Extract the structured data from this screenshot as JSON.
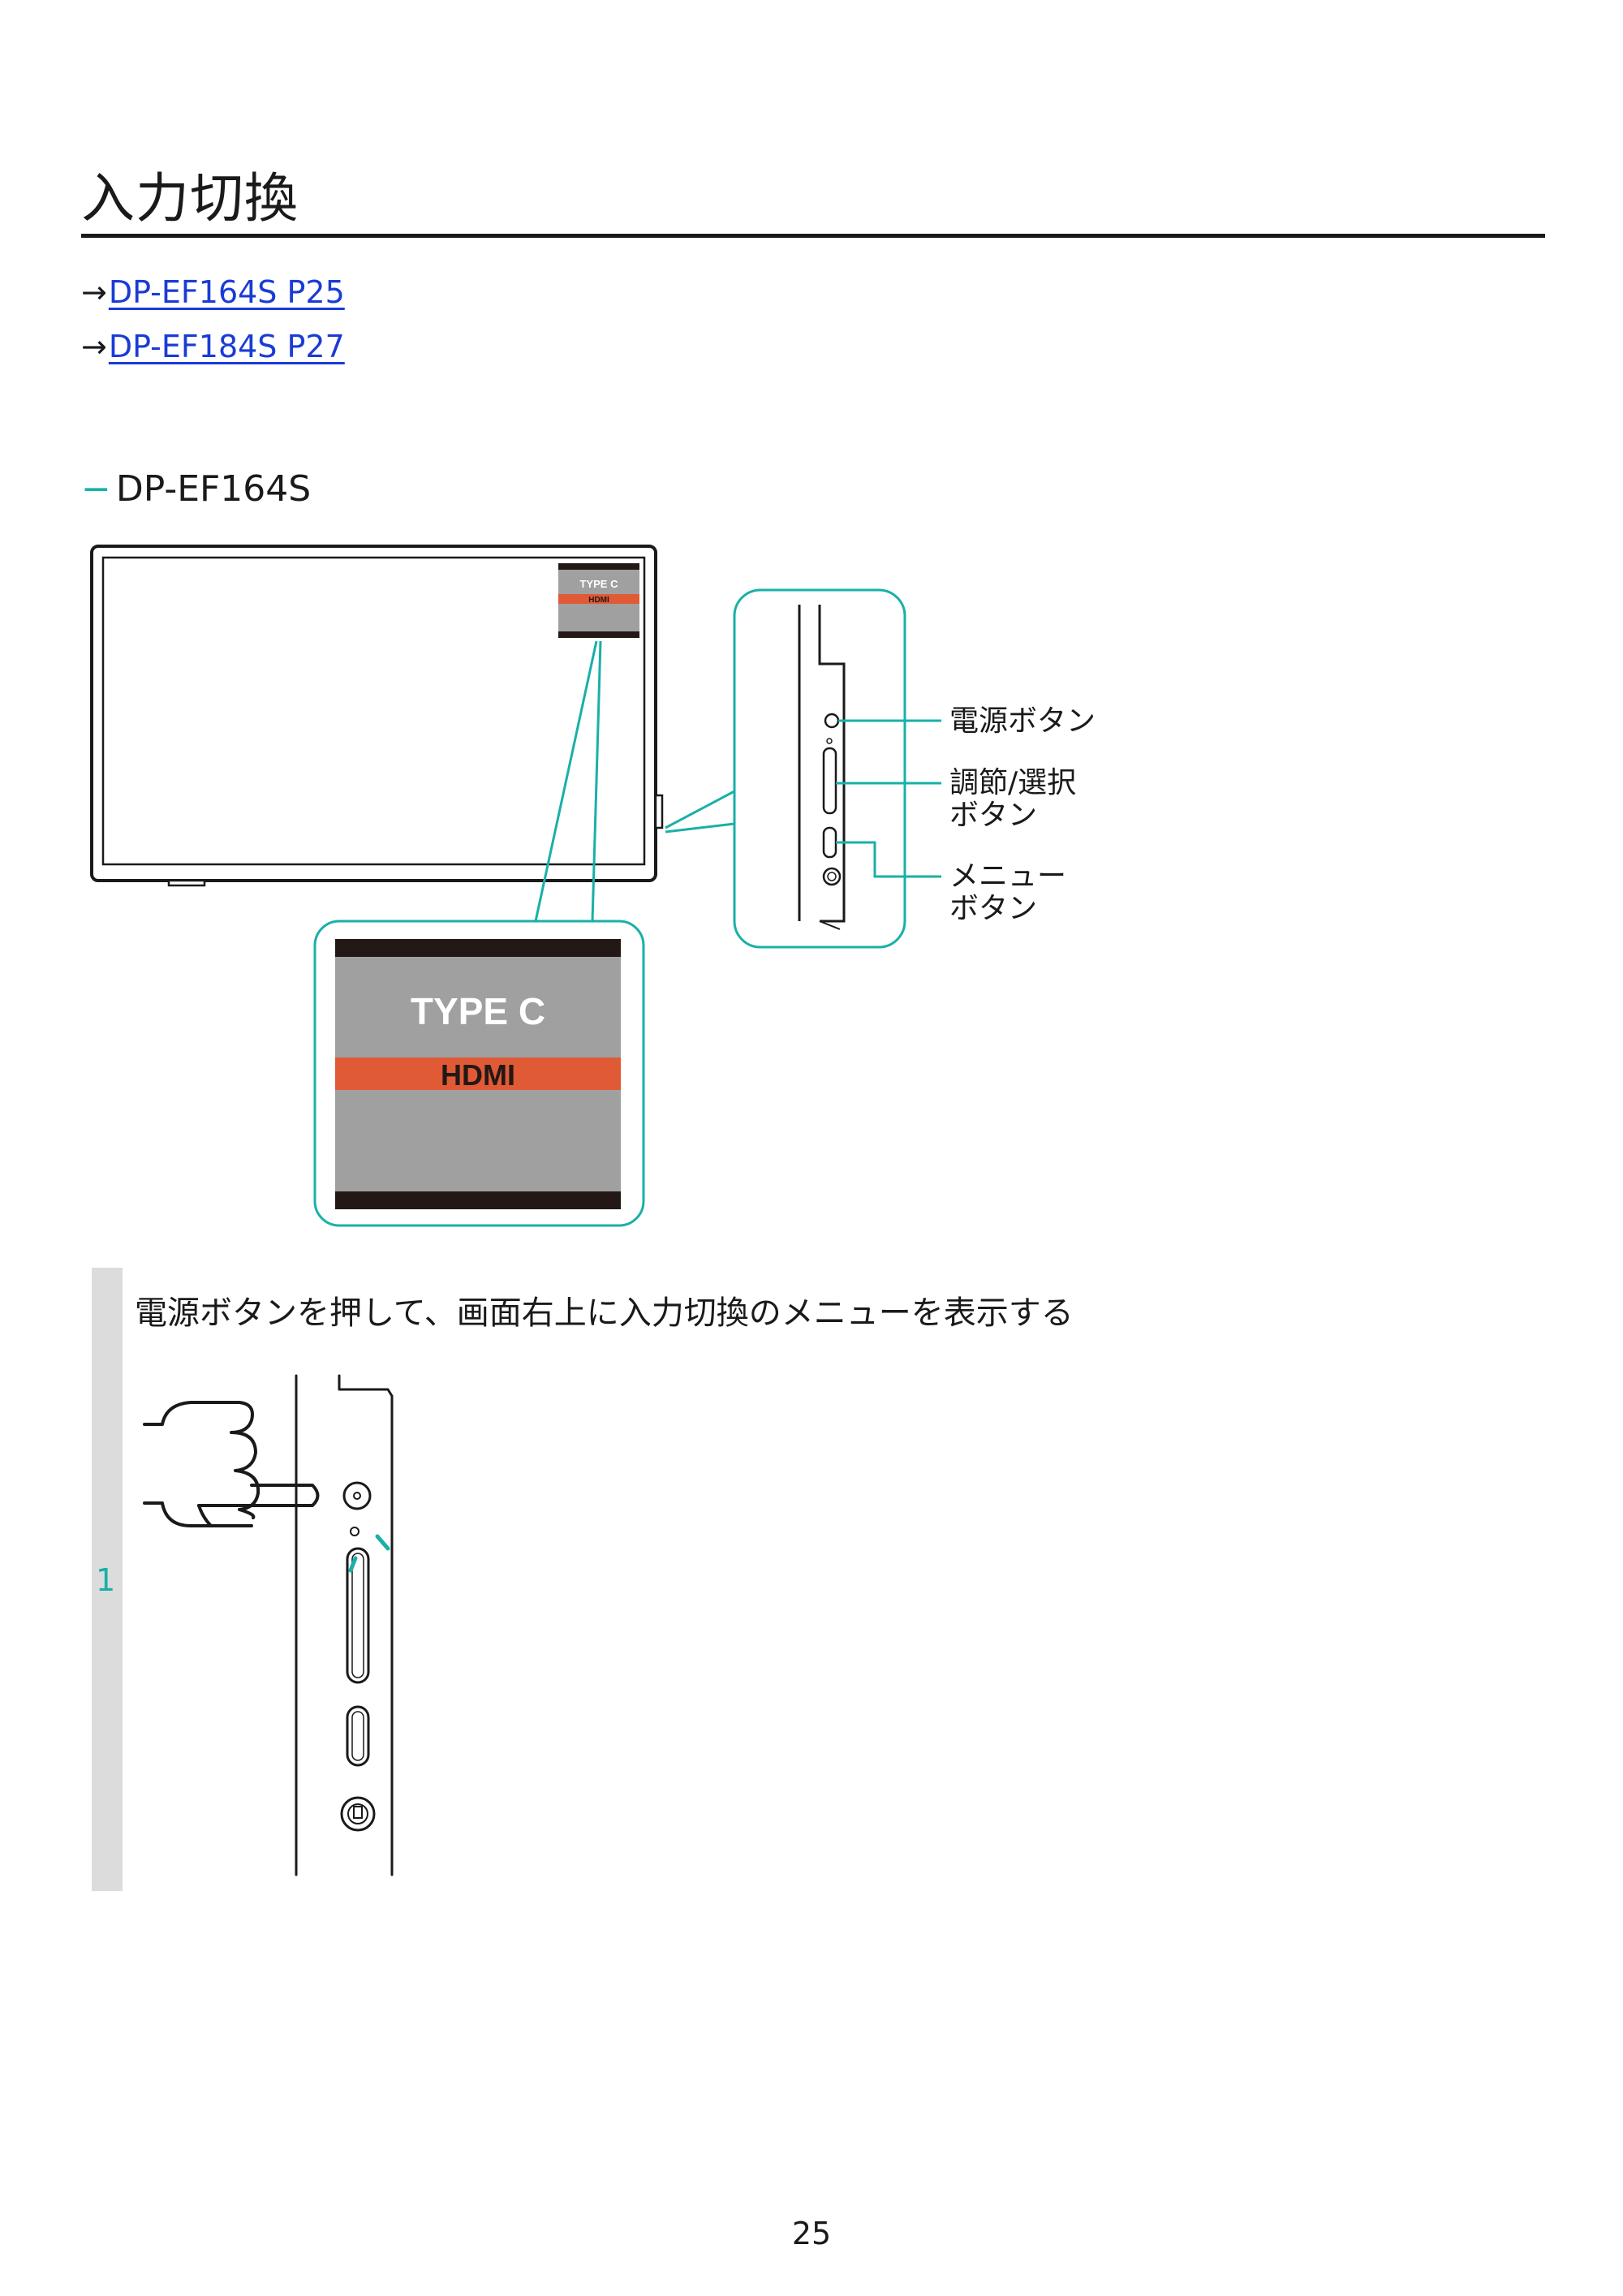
{
  "page": {
    "title": "入力切換",
    "links": [
      {
        "arrow": "→",
        "label": "DP-EF164S P25"
      },
      {
        "arrow": "→",
        "label": "DP-EF184S P27"
      }
    ],
    "section": {
      "dash": "−",
      "label": "DP-EF164S"
    },
    "thumb_labels": {
      "type_c": "TYPE C",
      "hdmi": "HDMI"
    },
    "zoom_labels": {
      "type_c": "TYPE C",
      "hdmi": "HDMI"
    },
    "callouts": {
      "power": "電源ボタン",
      "adjust_line1": "調節/選択",
      "adjust_line2": "ボタン",
      "menu_line1": "メニュー",
      "menu_line2": "ボタン"
    },
    "step": {
      "number": "1",
      "text": "電源ボタンを押して、画面右上に入力切換のメニューを表示する"
    },
    "page_number": "25",
    "colors": {
      "accent_teal": "#19b0a8",
      "highlight_red": "#e05a36",
      "link_blue": "#1a3bd6",
      "panel_gray": "#a0a0a0"
    }
  }
}
